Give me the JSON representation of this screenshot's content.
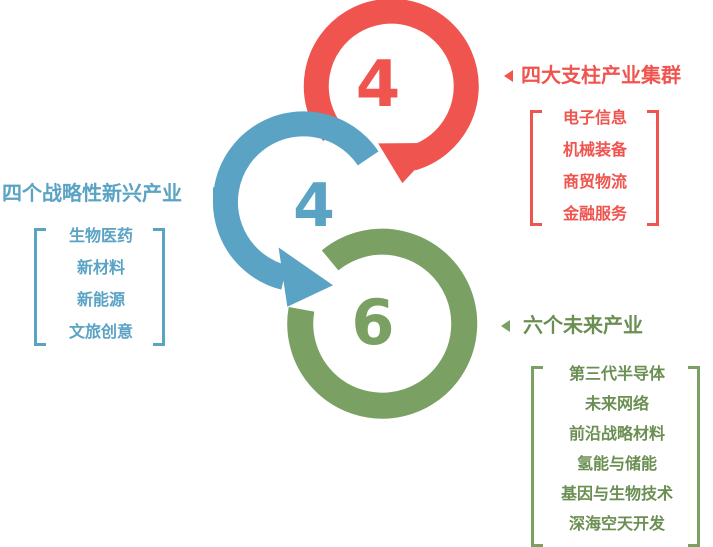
{
  "colors": {
    "red": "#f0544f",
    "blue": "#5aa3c4",
    "green": "#7aa063",
    "heading_green": "#6b8f52"
  },
  "rings": [
    {
      "number": "4",
      "color": "red"
    },
    {
      "number": "4",
      "color": "blue"
    },
    {
      "number": "6",
      "color": "green"
    }
  ],
  "groups": {
    "pillar": {
      "title": "四大支柱产业集群",
      "items": [
        "电子信息",
        "机械装备",
        "商贸物流",
        "金融服务"
      ]
    },
    "strategic": {
      "title": "四个战略性新兴产业",
      "items": [
        "生物医药",
        "新材料",
        "新能源",
        "文旅创意"
      ]
    },
    "future": {
      "title": "六个未来产业",
      "items": [
        "第三代半导体",
        "未来网络",
        "前沿战略材料",
        "氢能与储能",
        "基因与生物技术",
        "深海空天开发"
      ]
    }
  }
}
